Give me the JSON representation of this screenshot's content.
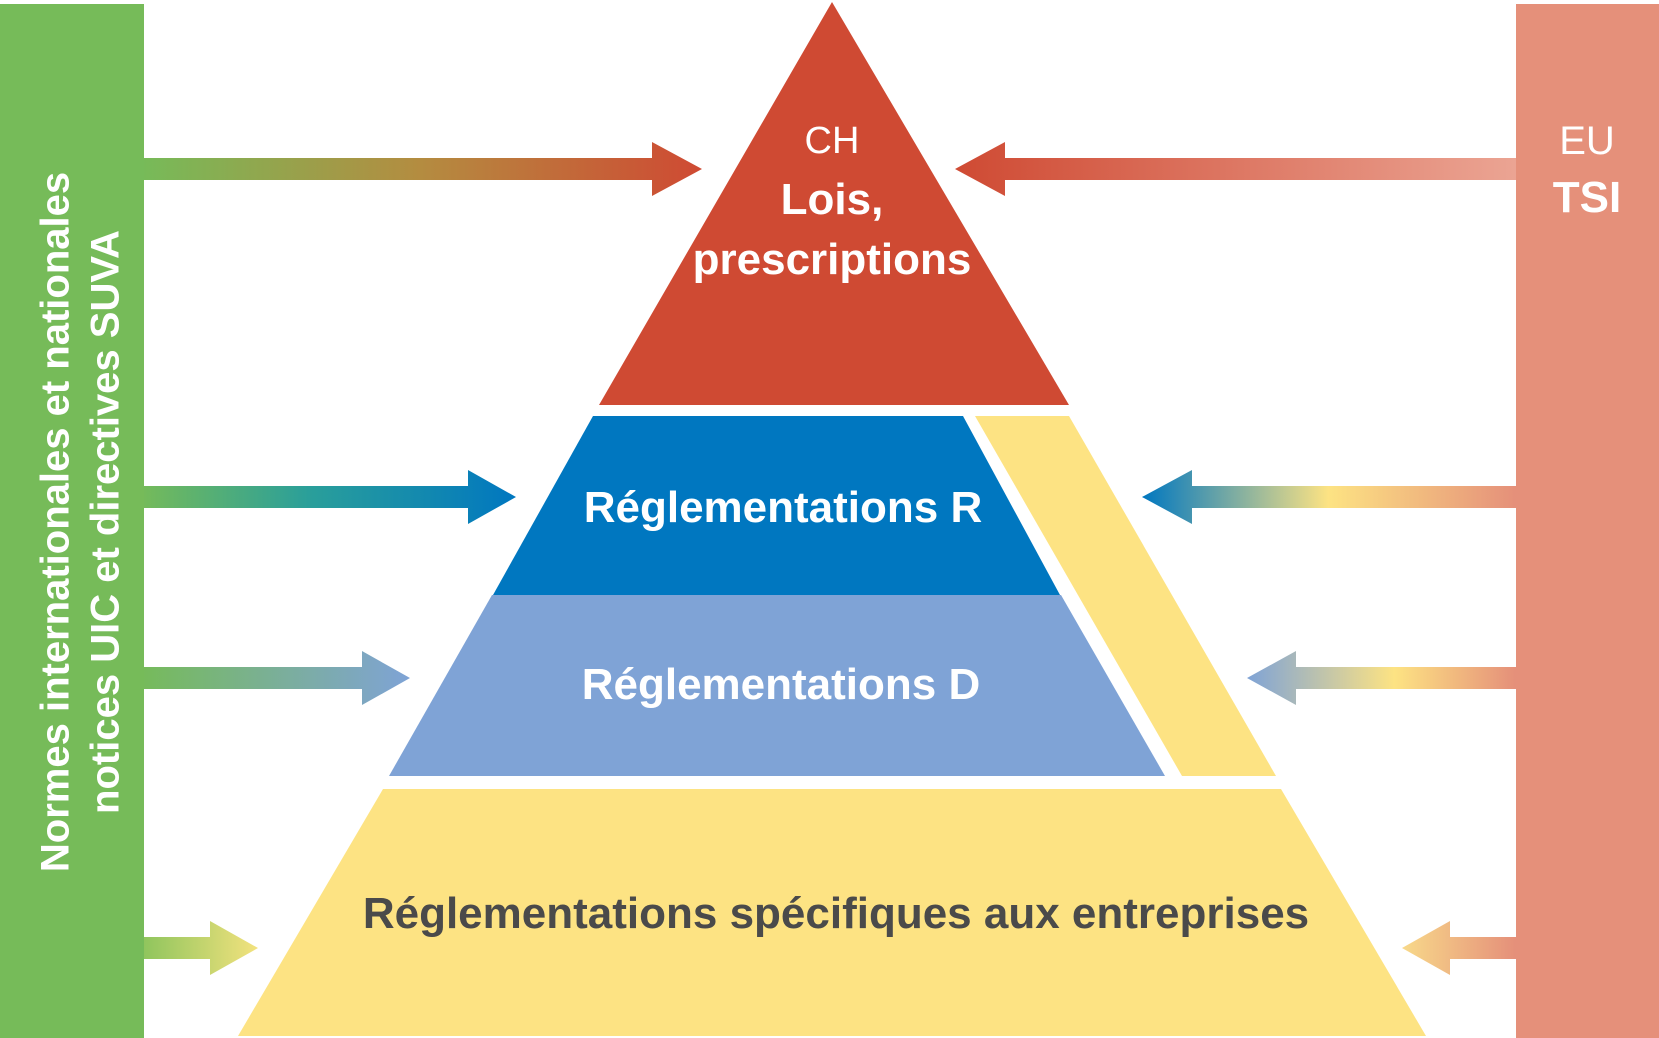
{
  "left_panel": {
    "line1": "Normes internationales et nationales",
    "line2": "notices UIC et directives SUVA",
    "color": "#76bb59"
  },
  "right_panel": {
    "label_small": "EU",
    "label_bold": "TSI",
    "color": "#e5907a"
  },
  "pyramid": {
    "top": {
      "label_small": "CH",
      "label_line1": "Lois,",
      "label_line2": "prescriptions",
      "color": "#cf4a33"
    },
    "level_r": {
      "label": "Réglementations R",
      "color": "#0077c0"
    },
    "level_d": {
      "label": "Réglementations D",
      "color": "#7fa3d6"
    },
    "base": {
      "label": "Réglementations spécifiques aux entreprises",
      "color": "#fde383"
    },
    "side_band_color": "#fde383"
  },
  "text_colors": {
    "light": "#ffffff",
    "dark": "#4a4a4a"
  }
}
